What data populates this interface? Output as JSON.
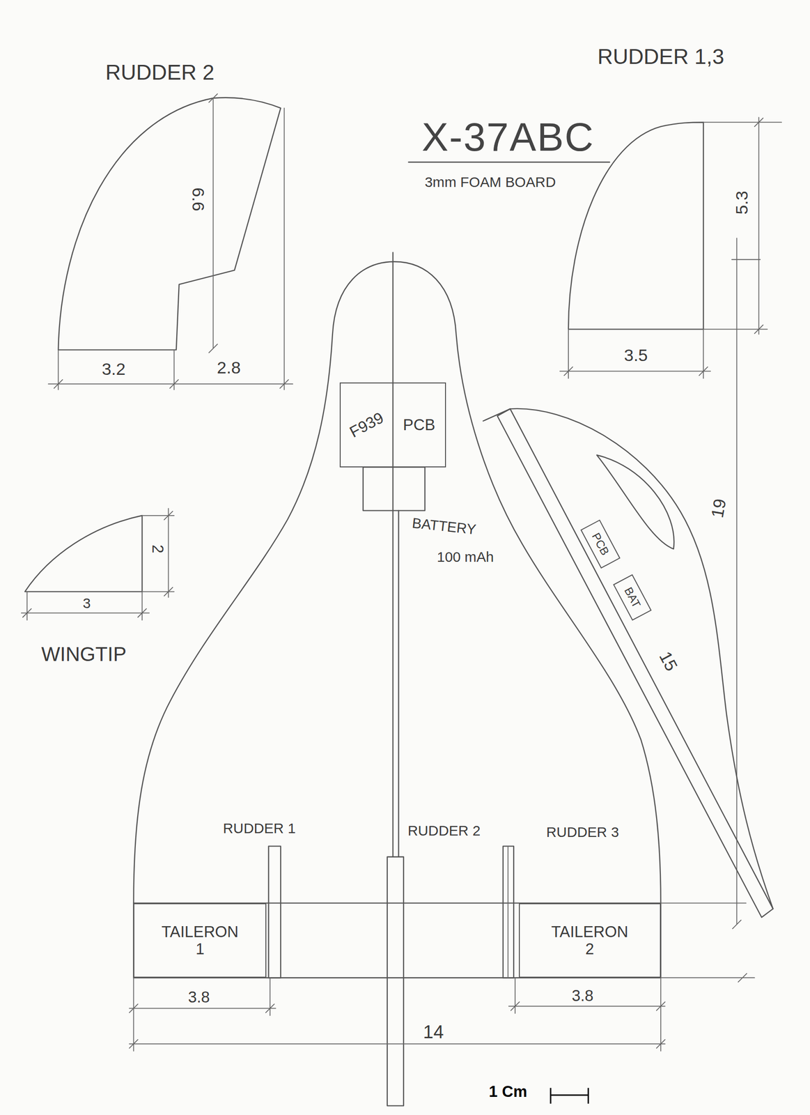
{
  "diagram": {
    "title": "X-37ABC",
    "nodes": [
      {
        "text": [
          "F939",
          "PCB"
        ]
      },
      {
        "text": [
          "PCB"
        ]
      },
      {
        "text": [
          "BAT"
        ]
      },
      {
        "text": [
          "TAILERON 1"
        ]
      },
      {
        "text": [
          "TAILERON 2"
        ]
      }
    ],
    "labels": [
      "RUDDER 2",
      "RUDDER 1,3",
      "3mm FOAM BOARD",
      "6.6",
      "3.2",
      "2.8",
      "5.3",
      "3.5",
      "2",
      "3",
      "WINGTIP",
      "BATTERY",
      "100 mAh",
      "15",
      "19",
      "RUDDER 1",
      "RUDDER 2",
      "RUDDER 3",
      "3.8",
      "3.8",
      "14",
      "1 Cm"
    ]
  }
}
